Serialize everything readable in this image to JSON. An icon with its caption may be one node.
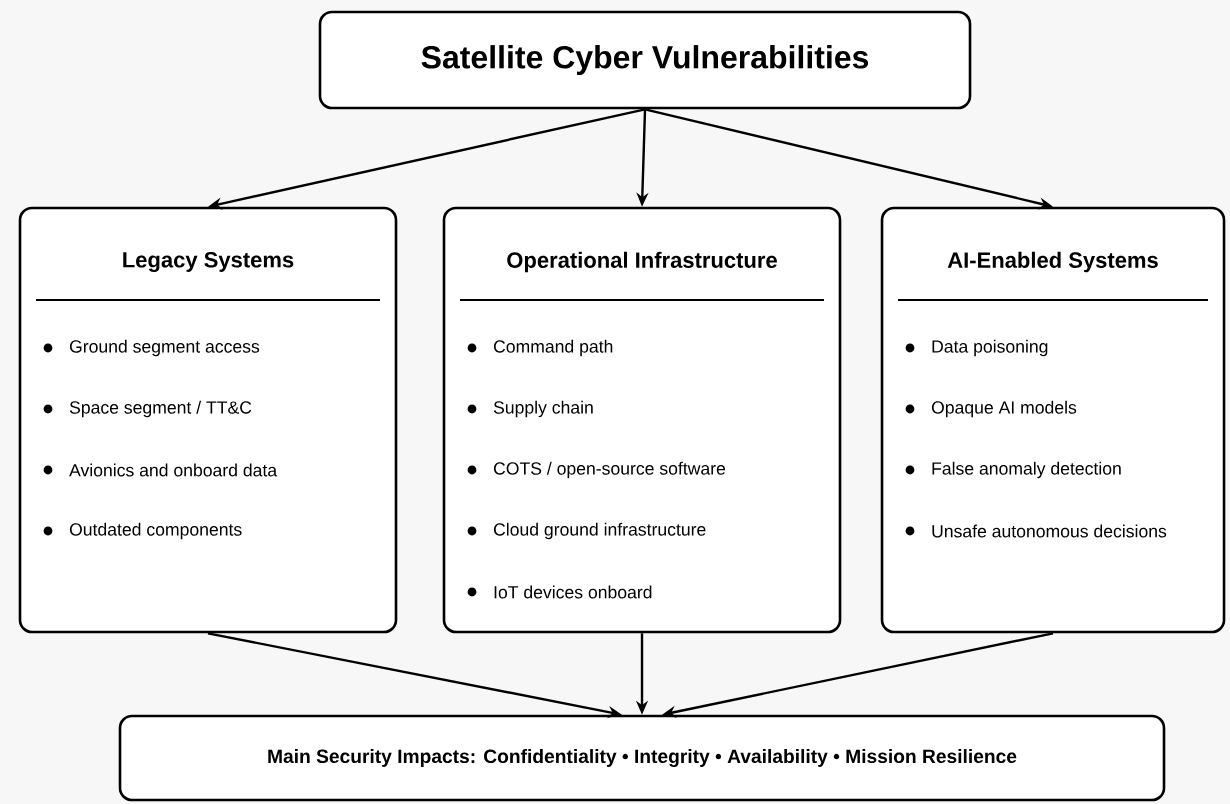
{
  "diagram": {
    "nodes": [
      {
        "text": [
          "Satellite Cyber Vulnerabilities"
        ]
      },
      {
        "text": [
          "Legacy Systems",
          "Ground segment access",
          "Space segment / TT&C",
          "Avionics and onboard data",
          "Outdated components"
        ]
      },
      {
        "text": [
          "Operational Infrastructure",
          "Command path",
          "Supply chain",
          "COTS / open-source software",
          "Cloud ground infrastructure",
          "IoT devices onboard"
        ]
      },
      {
        "text": [
          "AI-Enabled Systems",
          "Data poisoning",
          "Opaque AI models",
          "False anomaly detection",
          "Unsafe autonomous decisions"
        ]
      },
      {
        "text": [
          "Main Security Impacts: Confidentiality • Integrity • Availability • Mission Resilience"
        ]
      }
    ],
    "edges": [
      {
        "from": 0,
        "to": 1,
        "arrow": "to"
      },
      {
        "from": 0,
        "to": 2,
        "arrow": "to"
      },
      {
        "from": 0,
        "to": 3,
        "arrow": "to"
      },
      {
        "from": 1,
        "to": 4,
        "arrow": "to"
      },
      {
        "from": 2,
        "to": 4,
        "arrow": "to"
      },
      {
        "from": 3,
        "to": 4,
        "arrow": "to"
      }
    ]
  }
}
